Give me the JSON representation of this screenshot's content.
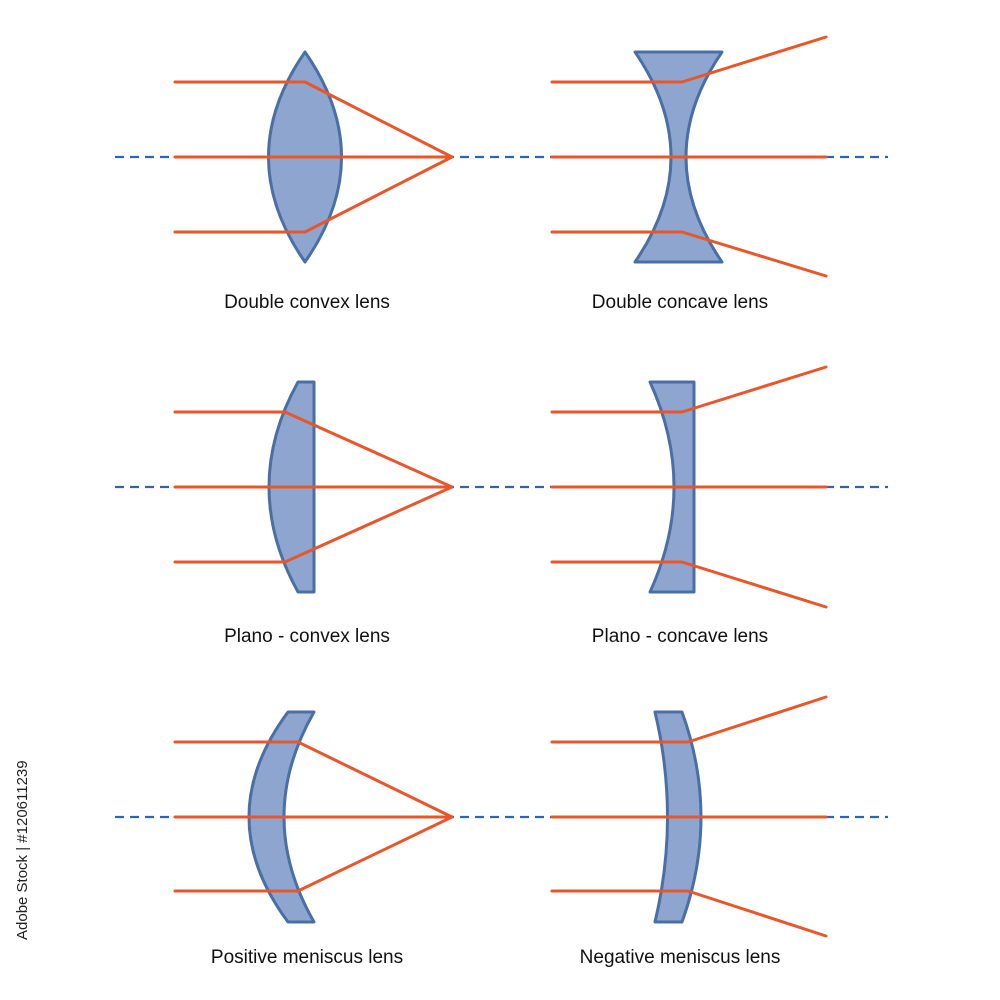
{
  "colors": {
    "lens_fill": "#8da5cf",
    "lens_stroke": "#4a6fa5",
    "ray": "#e8562a",
    "axis": "#2e64b0",
    "background": "#ffffff"
  },
  "labels": {
    "double_convex": "Double convex lens",
    "double_concave": "Double concave lens",
    "plano_convex": "Plano - convex lens",
    "plano_concave": "Plano - concave lens",
    "positive_meniscus": "Positive meniscus lens",
    "negative_meniscus": "Negative meniscus lens"
  },
  "credit": "Adobe Stock | #120611239"
}
